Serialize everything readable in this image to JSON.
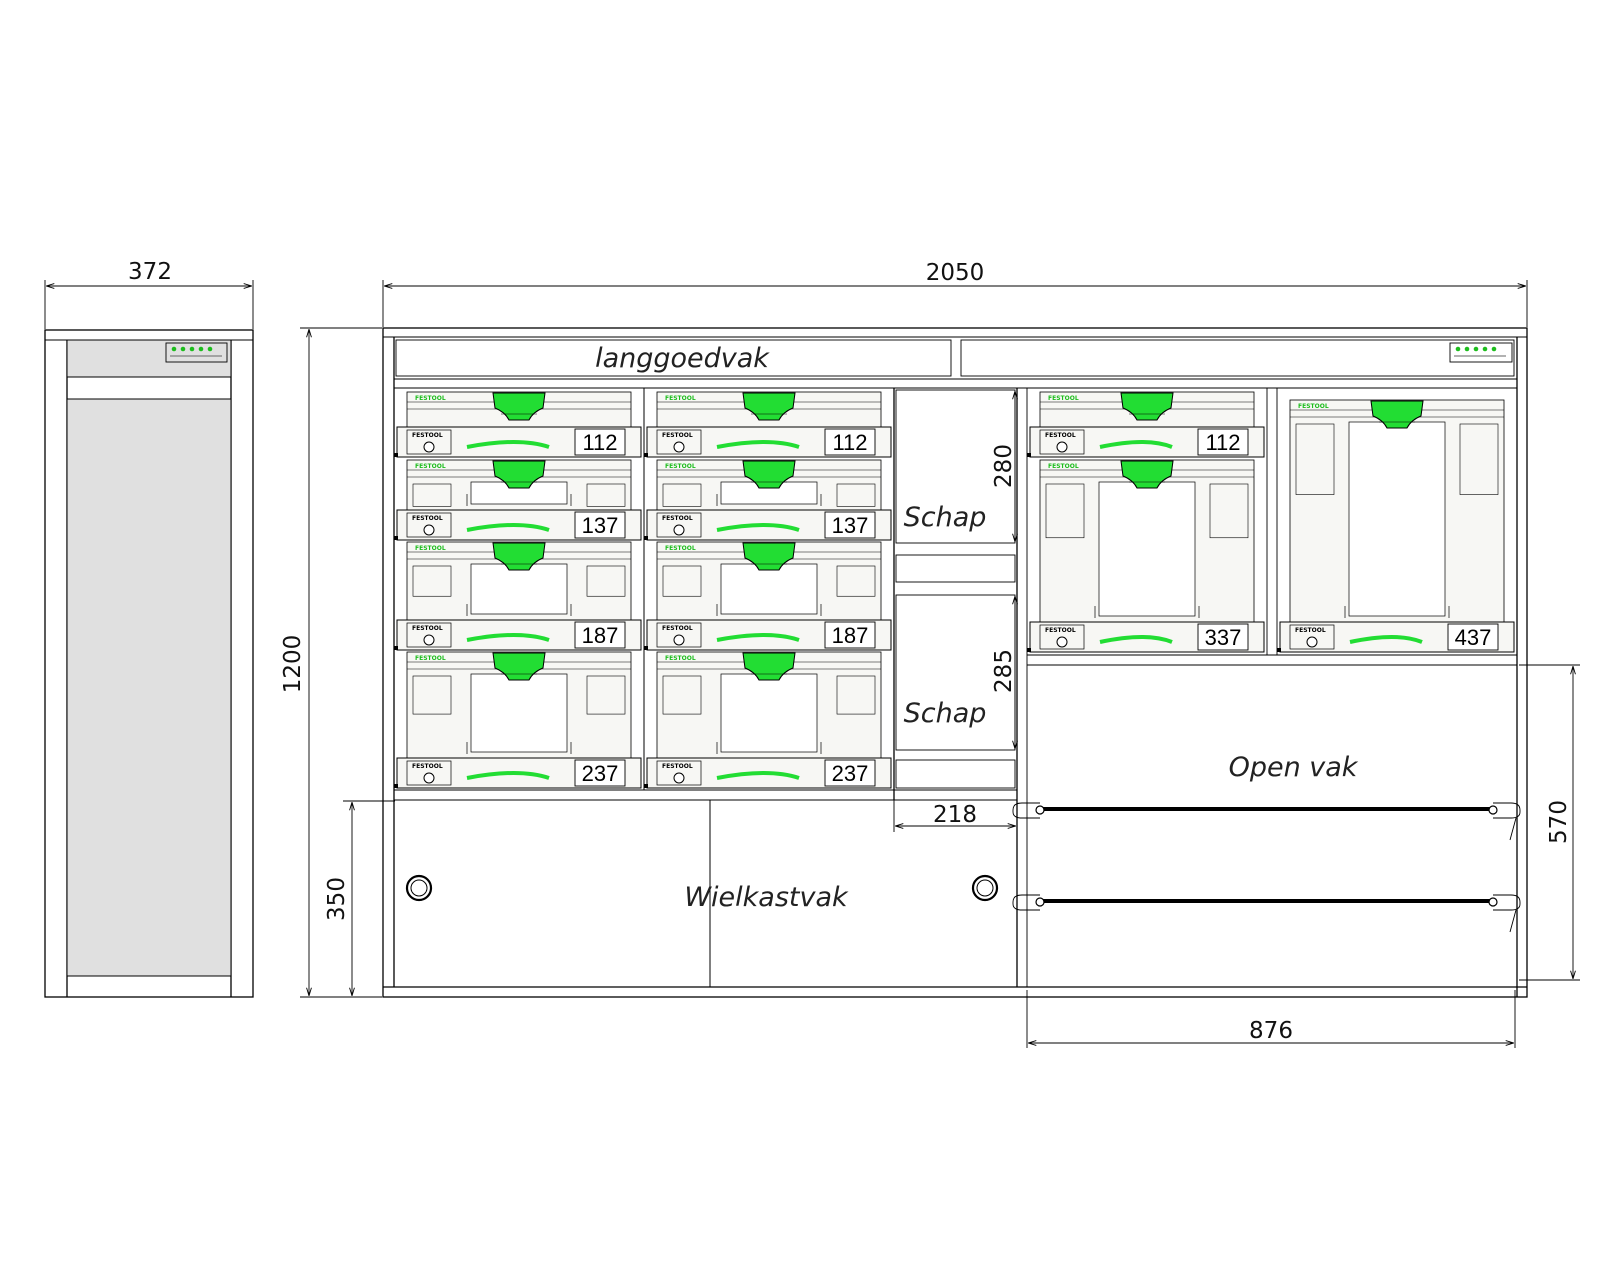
{
  "dimensions": {
    "side_width": "372",
    "total_width": "2050",
    "height": "1200",
    "wheel_height": "350",
    "shelf_top": "280",
    "shelf_bottom": "285",
    "shelf_width": "218",
    "open_height": "570",
    "open_width": "876"
  },
  "labels": {
    "long_goods": "langgoedvak",
    "shelf": "Schap",
    "open": "Open vak",
    "wheel": "Wielkastvak"
  },
  "systainers": {
    "col1": [
      "112",
      "137",
      "187",
      "237"
    ],
    "col2": [
      "112",
      "137",
      "187",
      "237"
    ],
    "col3": [
      "112",
      "337"
    ],
    "col4": [
      "437"
    ]
  },
  "brand_text": "FESTOOL",
  "colors": {
    "panel": "#e0e0e0",
    "shelf": "#7d7d7d",
    "handle": "#22dd33",
    "systainer": "#f7f7f4",
    "rail": "#000000"
  }
}
